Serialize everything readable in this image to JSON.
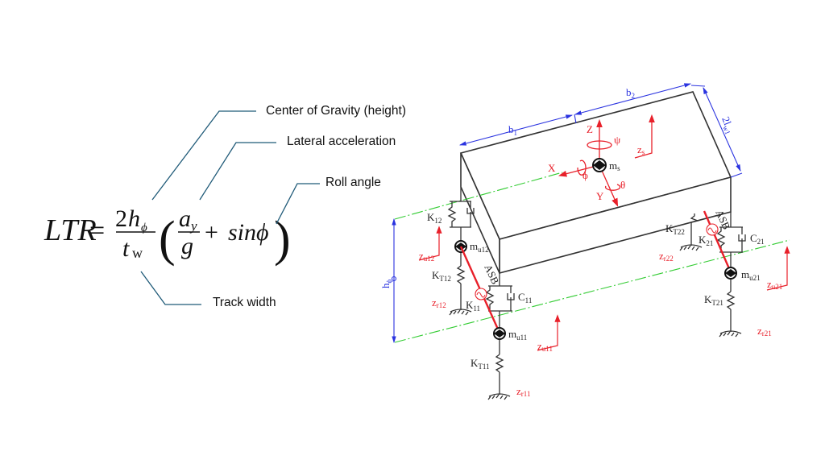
{
  "equation": {
    "lhs": "LTR",
    "equals": "=",
    "numerator_coef": "2",
    "numerator_var": "h",
    "numerator_sub": "ϕ",
    "denominator_var": "t",
    "denominator_sub": "w",
    "inner_num": "a",
    "inner_num_sub": "y",
    "inner_den": "g",
    "plus": "+",
    "sin_term": "sinϕ",
    "open_paren": "(",
    "close_paren": ")"
  },
  "callouts": {
    "cog": "Center of Gravity (height)",
    "lateral": "Lateral acceleration",
    "roll": "Roll angle",
    "track": "Track width"
  },
  "colors": {
    "callout_line": "#1f5a78",
    "body_line": "#333333",
    "dimension": "#2a33e0",
    "axis_red": "#e8202a",
    "centerline_green": "#33cc33"
  },
  "diagram": {
    "dims": {
      "b1": "b",
      "b1_sub": "1",
      "b2": "b",
      "b2_sub": "2",
      "lw": "2l",
      "lw_sub": "w1",
      "h": "h",
      "h_sub": "ϕ"
    },
    "axes": {
      "Z": "Z",
      "X": "X",
      "Y": "Y",
      "psi": "ψ",
      "phi": "ϕ",
      "theta": "θ",
      "zs": "z",
      "zs_sub": "s",
      "ms": "m",
      "ms_sub": "s"
    },
    "left_front": {
      "K12": "K",
      "K12_sub": "12",
      "mu12": "m",
      "mu12_sub": "u12",
      "zu12": "z",
      "zu12_sub": "u12",
      "KT12": "K",
      "KT12_sub": "T12",
      "zr12": "z",
      "zr12_sub": "r12",
      "asb": "ASB",
      "K11": "K",
      "K11_sub": "11",
      "C11": "C",
      "C11_sub": "11",
      "mu11": "m",
      "mu11_sub": "u11",
      "zu11": "z",
      "zu11_sub": "u11",
      "KT11": "K",
      "KT11_sub": "T11",
      "zr11": "z",
      "zr11_sub": "r11"
    },
    "right": {
      "KT22": "K",
      "KT22_sub": "T22",
      "zr22": "z",
      "zr22_sub": "r22",
      "asb": "ASB",
      "K21": "K",
      "K21_sub": "21",
      "C21": "C",
      "C21_sub": "21",
      "mu21": "m",
      "mu21_sub": "u21",
      "zu21": "z",
      "zu21_sub": "u21",
      "KT21": "K",
      "KT21_sub": "T21",
      "zr21": "z",
      "zr21_sub": "r21"
    }
  }
}
